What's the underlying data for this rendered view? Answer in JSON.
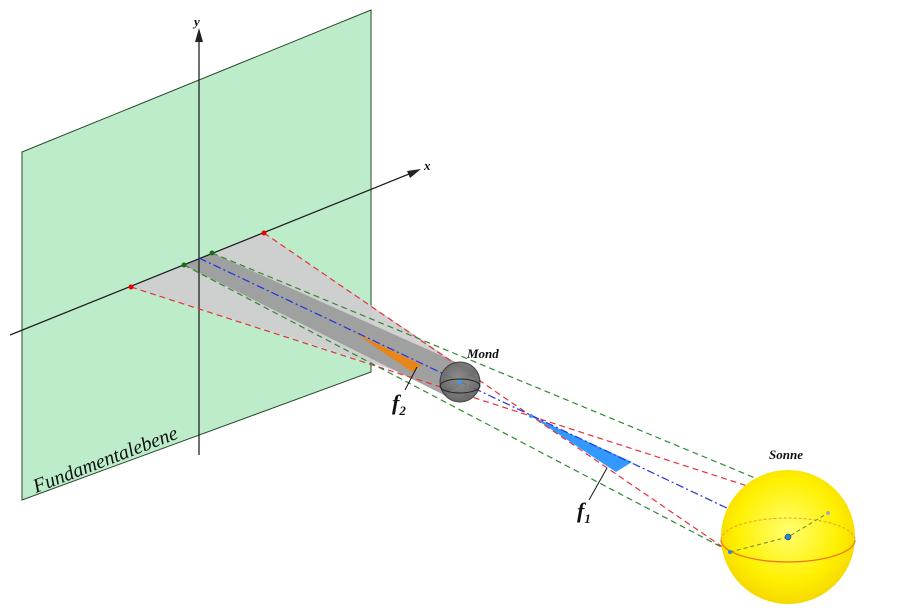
{
  "labels": {
    "y_axis": "y",
    "x_axis": "x",
    "moon": "Mond",
    "sun": "Sonne",
    "plane": "Fundamentalebene",
    "f1": "f",
    "f1_sub": "1",
    "f2": "f",
    "f2_sub": "2"
  },
  "colors": {
    "plane": "#bdeccb",
    "umbra": "#9a9a9a",
    "penumbra": "#cfcfcf",
    "red_lines": "#e8303a",
    "green_lines": "#2e8b2e",
    "axis_line": "#2233dd",
    "f1_fill": "#3399ff",
    "f2_fill": "#e8861a",
    "sun": "#ffe600"
  }
}
